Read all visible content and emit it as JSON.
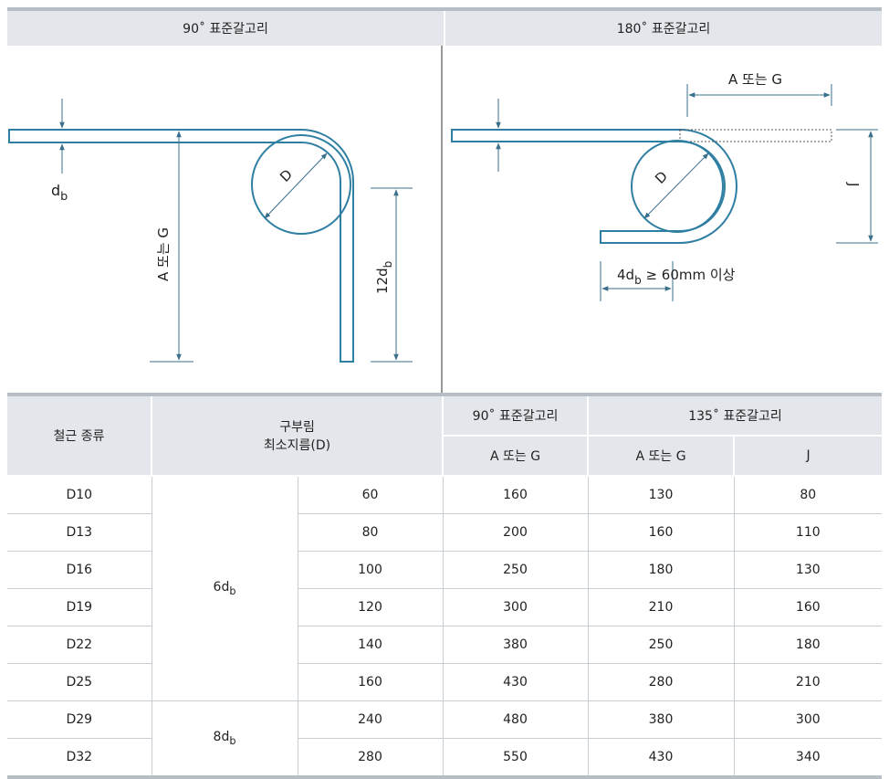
{
  "header": {
    "left_title": "90˚ 표준갈고리",
    "right_title": "180˚ 표준갈고리"
  },
  "diagram_left": {
    "db_label": "d",
    "db_sub": "b",
    "d_label": "D",
    "a_or_g_label": "A 또는 G",
    "twelve_db_prefix": "12d",
    "twelve_db_sub": "b"
  },
  "diagram_right": {
    "a_or_g_label": "A 또는 G",
    "d_label": "D",
    "j_label": "J",
    "four_db_prefix": "4d",
    "four_db_sub": "b",
    "four_db_suffix": " ≥  60mm 이상"
  },
  "table": {
    "head": {
      "bar_type": "철근 종류",
      "bend_line1": "구부림",
      "bend_line2": "최소지름(D)",
      "hook90": "90˚ 표준갈고리",
      "hook135": "135˚ 표준갈고리",
      "a_or_g_90": "A 또는 G",
      "a_or_g_135": "A 또는 G",
      "j": "J"
    },
    "groups": [
      {
        "factor": "6d",
        "factor_sub": "b"
      },
      {
        "factor": "8d",
        "factor_sub": "b"
      }
    ],
    "rows": [
      {
        "bar": "D10",
        "d": "60",
        "ag90": "160",
        "ag135": "130",
        "j": "80"
      },
      {
        "bar": "D13",
        "d": "80",
        "ag90": "200",
        "ag135": "160",
        "j": "110"
      },
      {
        "bar": "D16",
        "d": "100",
        "ag90": "250",
        "ag135": "180",
        "j": "130"
      },
      {
        "bar": "D19",
        "d": "120",
        "ag90": "300",
        "ag135": "210",
        "j": "160"
      },
      {
        "bar": "D22",
        "d": "140",
        "ag90": "380",
        "ag135": "250",
        "j": "180"
      },
      {
        "bar": "D25",
        "d": "160",
        "ag90": "430",
        "ag135": "280",
        "j": "210"
      },
      {
        "bar": "D29",
        "d": "240",
        "ag90": "480",
        "ag135": "380",
        "j": "300"
      },
      {
        "bar": "D32",
        "d": "280",
        "ag90": "550",
        "ag135": "430",
        "j": "340"
      }
    ]
  },
  "colors": {
    "rebar": "#2f7fa3",
    "dimension": "#3a6f8c",
    "header_bg": "#e3e6ea",
    "rule": "#b8bec6"
  }
}
